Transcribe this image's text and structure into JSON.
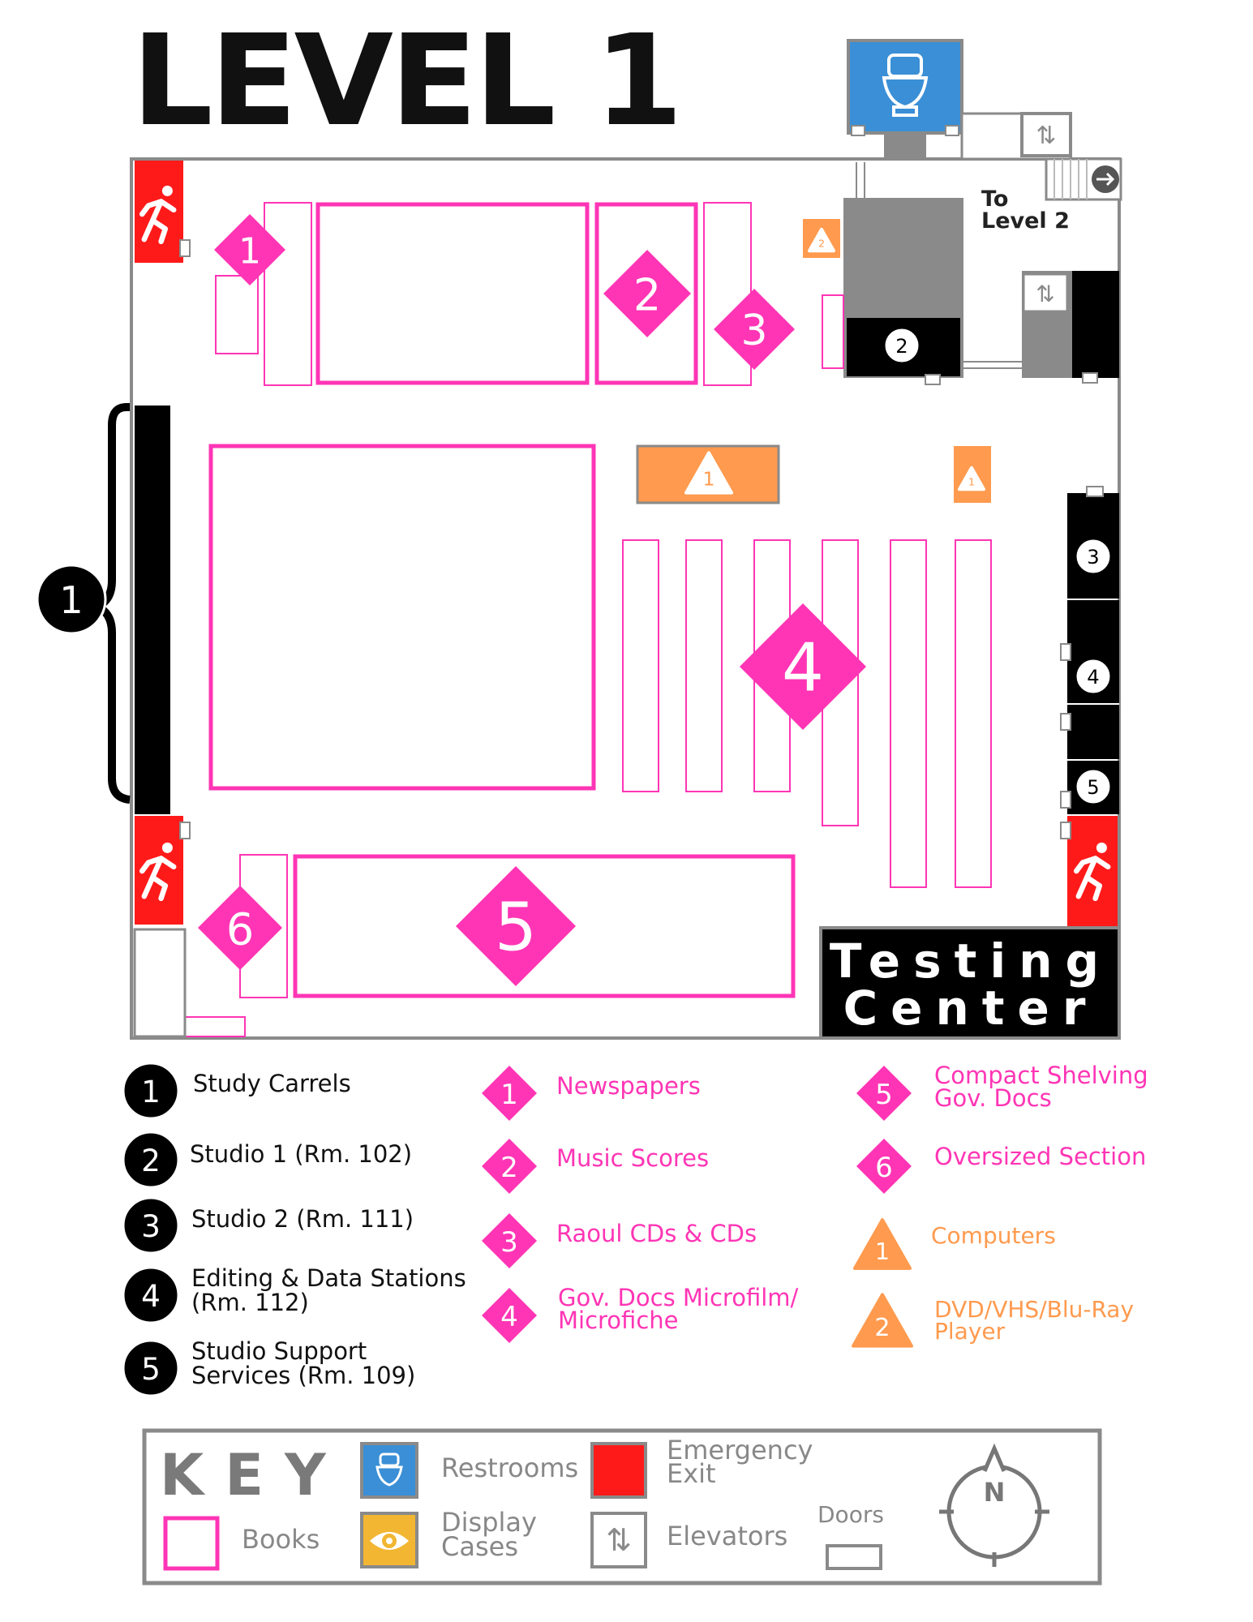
{
  "title": "LEVEL 1",
  "colors": {
    "pink": "#ff35b5",
    "orange": "#ff9a4e",
    "exit_red": "#ff1a1a",
    "restroom_blue": "#3a8fd6",
    "display_yellow": "#f2b632",
    "wall_gray": "#8a8a8a",
    "black": "#000000"
  },
  "map": {
    "to_level_2": "To\nLevel 2",
    "testing_center_line1": "Testing",
    "testing_center_line2": "Center",
    "studio_markers": [
      "1",
      "2",
      "3",
      "4",
      "5"
    ],
    "collection_markers": [
      "1",
      "2",
      "3",
      "4",
      "5",
      "6"
    ],
    "computer_markers": [
      "1",
      "2"
    ]
  },
  "legend": {
    "studios": [
      {
        "num": "1",
        "label": "Study Carrels"
      },
      {
        "num": "2",
        "label": "Studio 1 (Rm. 102)"
      },
      {
        "num": "3",
        "label": "Studio 2 (Rm. 111)"
      },
      {
        "num": "4",
        "label": "Editing & Data Stations\n(Rm. 112)"
      },
      {
        "num": "5",
        "label": "Studio Support\nServices (Rm. 109)"
      }
    ],
    "collections": [
      {
        "num": "1",
        "label": "Newspapers"
      },
      {
        "num": "2",
        "label": "Music Scores"
      },
      {
        "num": "3",
        "label": "Raoul CDs & CDs"
      },
      {
        "num": "4",
        "label": "Gov. Docs Microfilm/\nMicrofiche"
      },
      {
        "num": "5",
        "label": "Compact Shelving\nGov. Docs"
      },
      {
        "num": "6",
        "label": "Oversized Section"
      }
    ],
    "equipment": [
      {
        "num": "1",
        "label": "Computers"
      },
      {
        "num": "2",
        "label": "DVD/VHS/Blu-Ray\nPlayer"
      }
    ]
  },
  "key": {
    "title": "KEY",
    "items": {
      "restrooms": "Restrooms",
      "emergency_exit": "Emergency\nExit",
      "books": "Books",
      "display_cases": "Display\nCases",
      "elevators": "Elevators",
      "doors": "Doors"
    },
    "compass_label": "N"
  }
}
